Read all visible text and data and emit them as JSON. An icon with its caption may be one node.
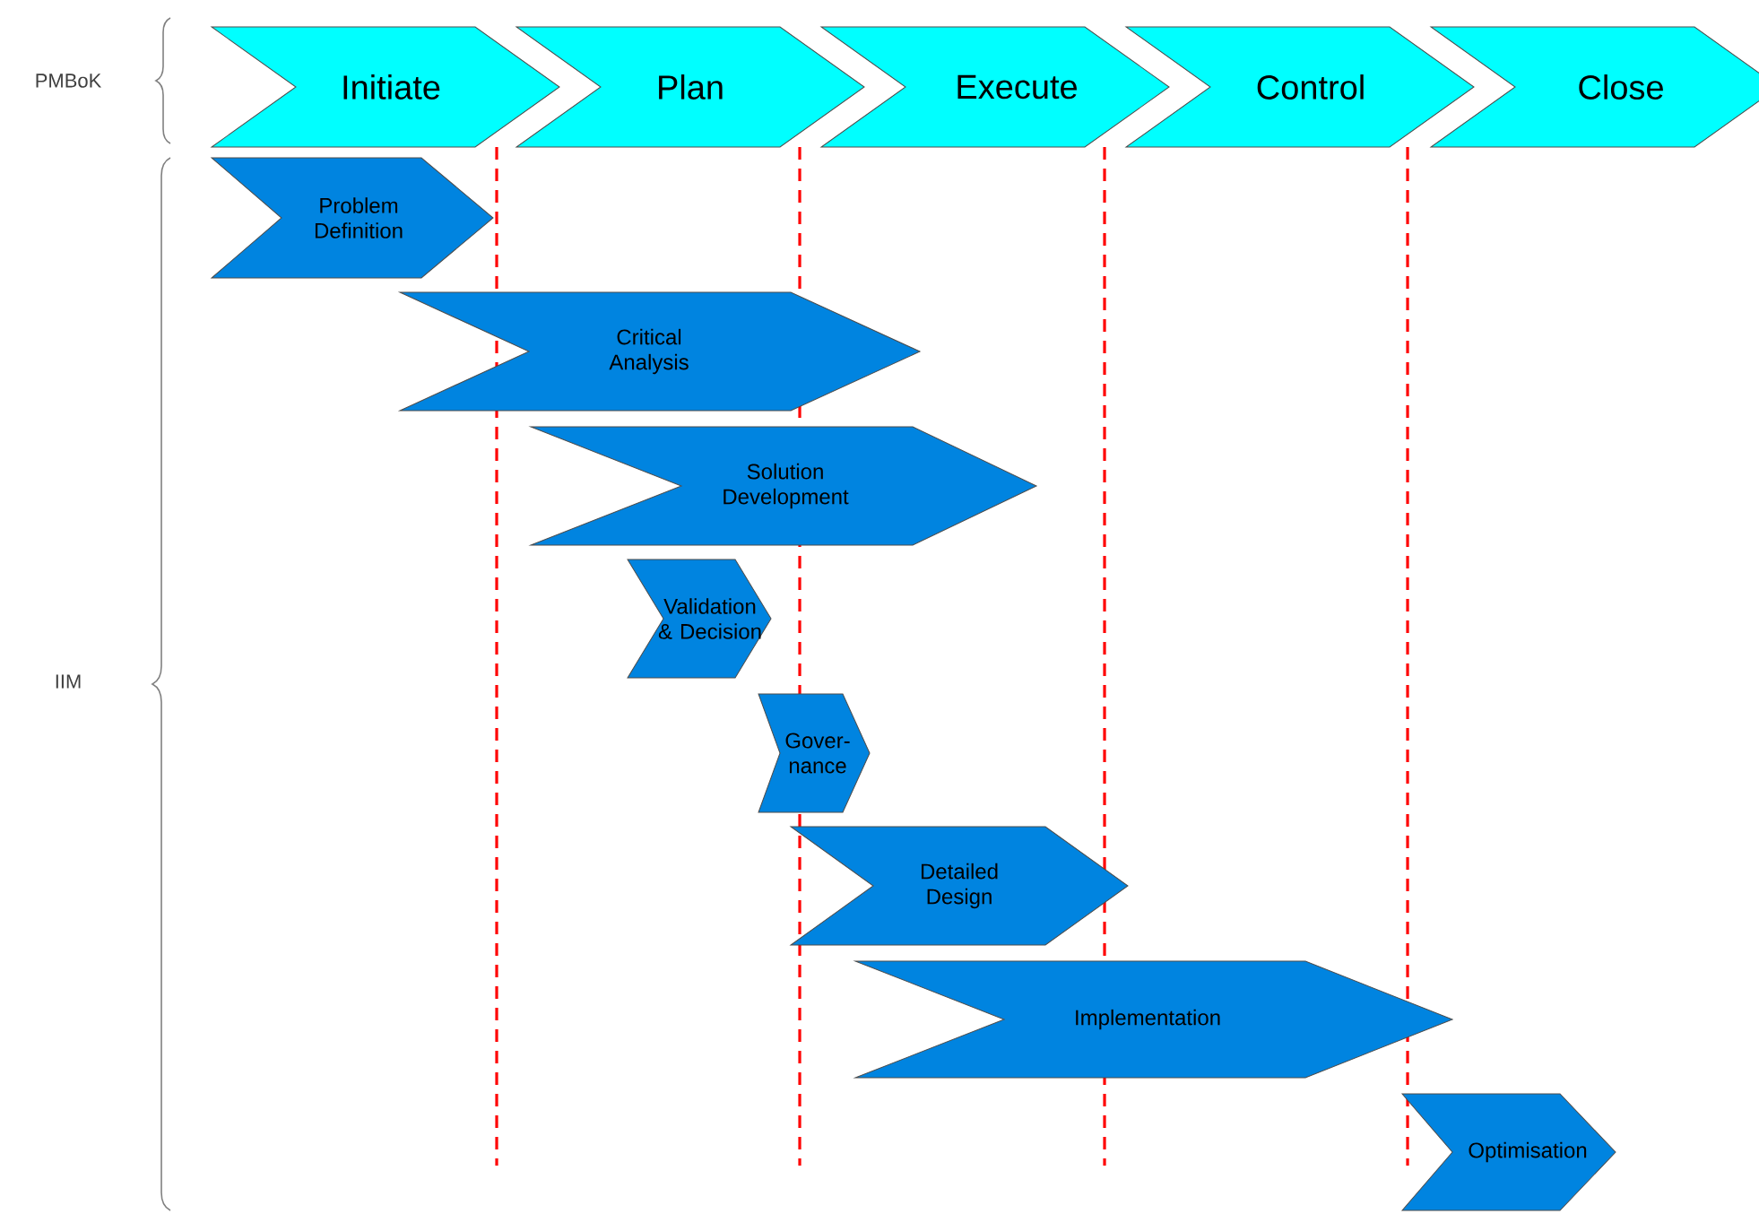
{
  "diagram": {
    "nodes": [
      {
        "text": [
          "Initiate"
        ]
      },
      {
        "text": [
          "Plan"
        ]
      },
      {
        "text": [
          "Execute"
        ]
      },
      {
        "text": [
          "Control"
        ]
      },
      {
        "text": [
          "Close"
        ]
      },
      {
        "text": [
          "Problem Definition"
        ]
      },
      {
        "text": [
          "Critical Analysis"
        ]
      },
      {
        "text": [
          "Solution Development"
        ]
      },
      {
        "text": [
          "Validation & Decision"
        ]
      },
      {
        "text": [
          "Gover- nance"
        ]
      },
      {
        "text": [
          "Detailed Design"
        ]
      },
      {
        "text": [
          "Implementation"
        ]
      },
      {
        "text": [
          "Optimisation"
        ]
      }
    ],
    "labels": [
      "PMBoK",
      "IIM"
    ]
  }
}
